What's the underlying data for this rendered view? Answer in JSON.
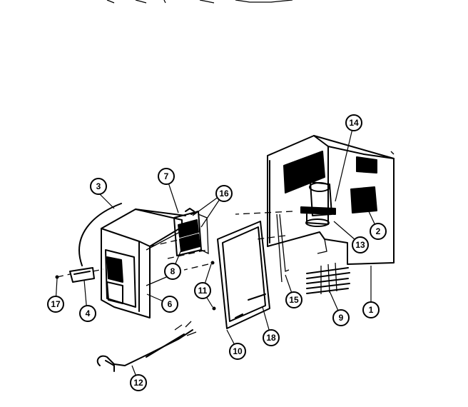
{
  "diagram": {
    "callouts": [
      {
        "id": "c1",
        "label": "1"
      },
      {
        "id": "c2",
        "label": "2"
      },
      {
        "id": "c3",
        "label": "3"
      },
      {
        "id": "c4",
        "label": "4"
      },
      {
        "id": "c6",
        "label": "6"
      },
      {
        "id": "c7",
        "label": "7"
      },
      {
        "id": "c8",
        "label": "8"
      },
      {
        "id": "c9",
        "label": "9"
      },
      {
        "id": "c10",
        "label": "10"
      },
      {
        "id": "c11",
        "label": "11"
      },
      {
        "id": "c12",
        "label": "12"
      },
      {
        "id": "c13",
        "label": "13"
      },
      {
        "id": "c14",
        "label": "14"
      },
      {
        "id": "c15",
        "label": "15"
      },
      {
        "id": "c16",
        "label": "16"
      },
      {
        "id": "c17",
        "label": "17"
      },
      {
        "id": "c18",
        "label": "18"
      }
    ]
  }
}
